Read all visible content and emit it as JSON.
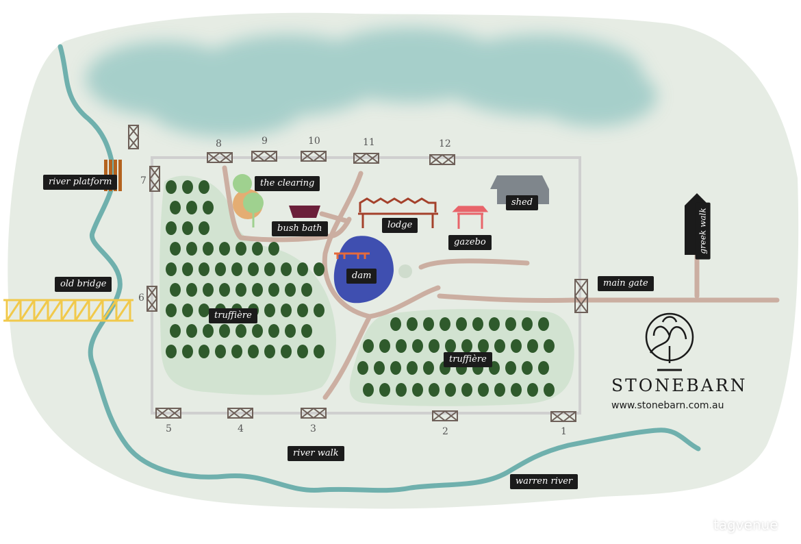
{
  "map": {
    "labels": {
      "river_platform": "river platform",
      "old_bridge": "old bridge",
      "the_clearing": "the clearing",
      "bush_bath": "bush bath",
      "lodge": "lodge",
      "shed": "shed",
      "gazebo": "gazebo",
      "dam": "dam",
      "main_gate": "main gate",
      "greek_walk": "greek walk",
      "truffiere_left": "truffière",
      "truffiere_right": "truffière",
      "river_walk": "river walk",
      "warren_river": "warren river"
    },
    "gate_numbers": [
      "1",
      "2",
      "3",
      "4",
      "5",
      "6",
      "7",
      "8",
      "9",
      "10",
      "11",
      "12"
    ]
  },
  "brand": {
    "name": "STONEBARN",
    "url": "www.stonebarn.com.au"
  },
  "watermark": "tagvenue",
  "colors": {
    "land": "#e6ece4",
    "river": "#6fb0ad",
    "forest": "#9ccac6",
    "truffiere": "#d2e3d1",
    "tree": "#2f5a2c",
    "path": "#c9a89a",
    "fence": "#cfcfcf",
    "label_bg": "#1b1b1b",
    "lodge": "#a4412b",
    "shed": "#7f868c",
    "gazebo": "#e8646a",
    "bath": "#6b1f3a",
    "dam": "#3f4fb0",
    "bridge": "#f1c94b"
  }
}
